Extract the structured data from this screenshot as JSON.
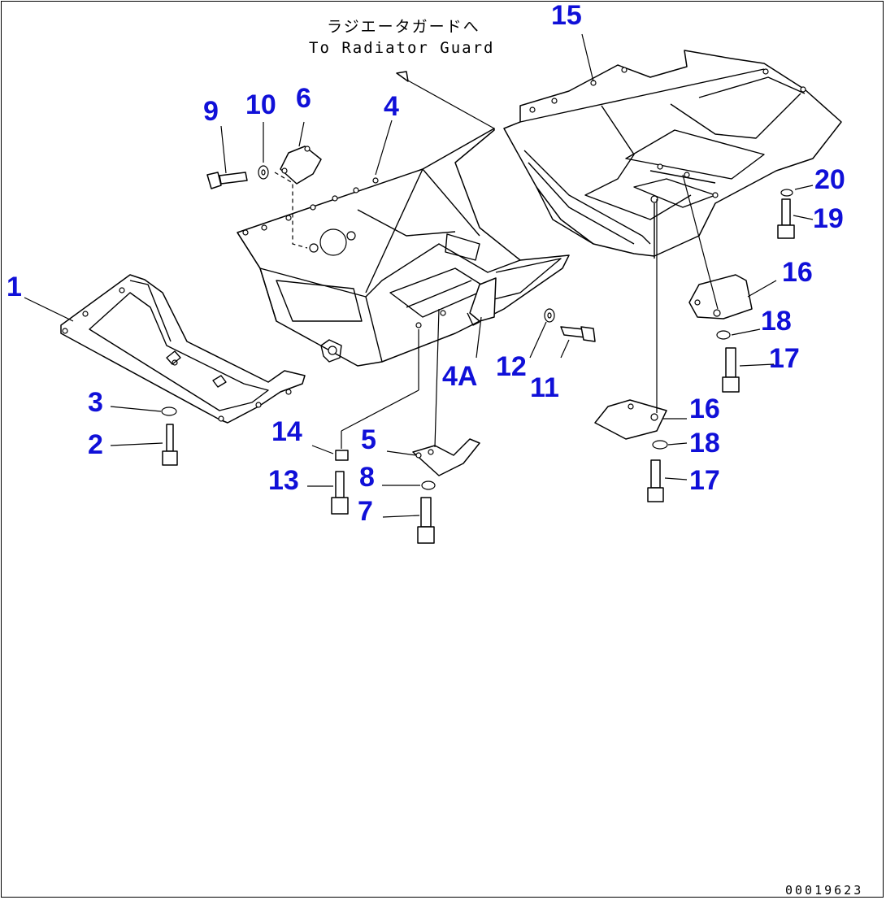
{
  "note": {
    "japanese": "ラジエータガードへ",
    "english": "To Radiator Guard"
  },
  "callouts": {
    "c1": "1",
    "c2": "2",
    "c3": "3",
    "c4": "4",
    "c4a": "4A",
    "c5": "5",
    "c6": "6",
    "c7": "7",
    "c8": "8",
    "c9": "9",
    "c10": "10",
    "c11": "11",
    "c12": "12",
    "c13": "13",
    "c14": "14",
    "c15": "15",
    "c16a": "16",
    "c16b": "16",
    "c17a": "17",
    "c17b": "17",
    "c18a": "18",
    "c18b": "18",
    "c19": "19",
    "c20": "20"
  },
  "drawing_code": "00019623",
  "colors": {
    "callout": "#1010d8",
    "line": "#000000",
    "background": "#ffffff"
  }
}
